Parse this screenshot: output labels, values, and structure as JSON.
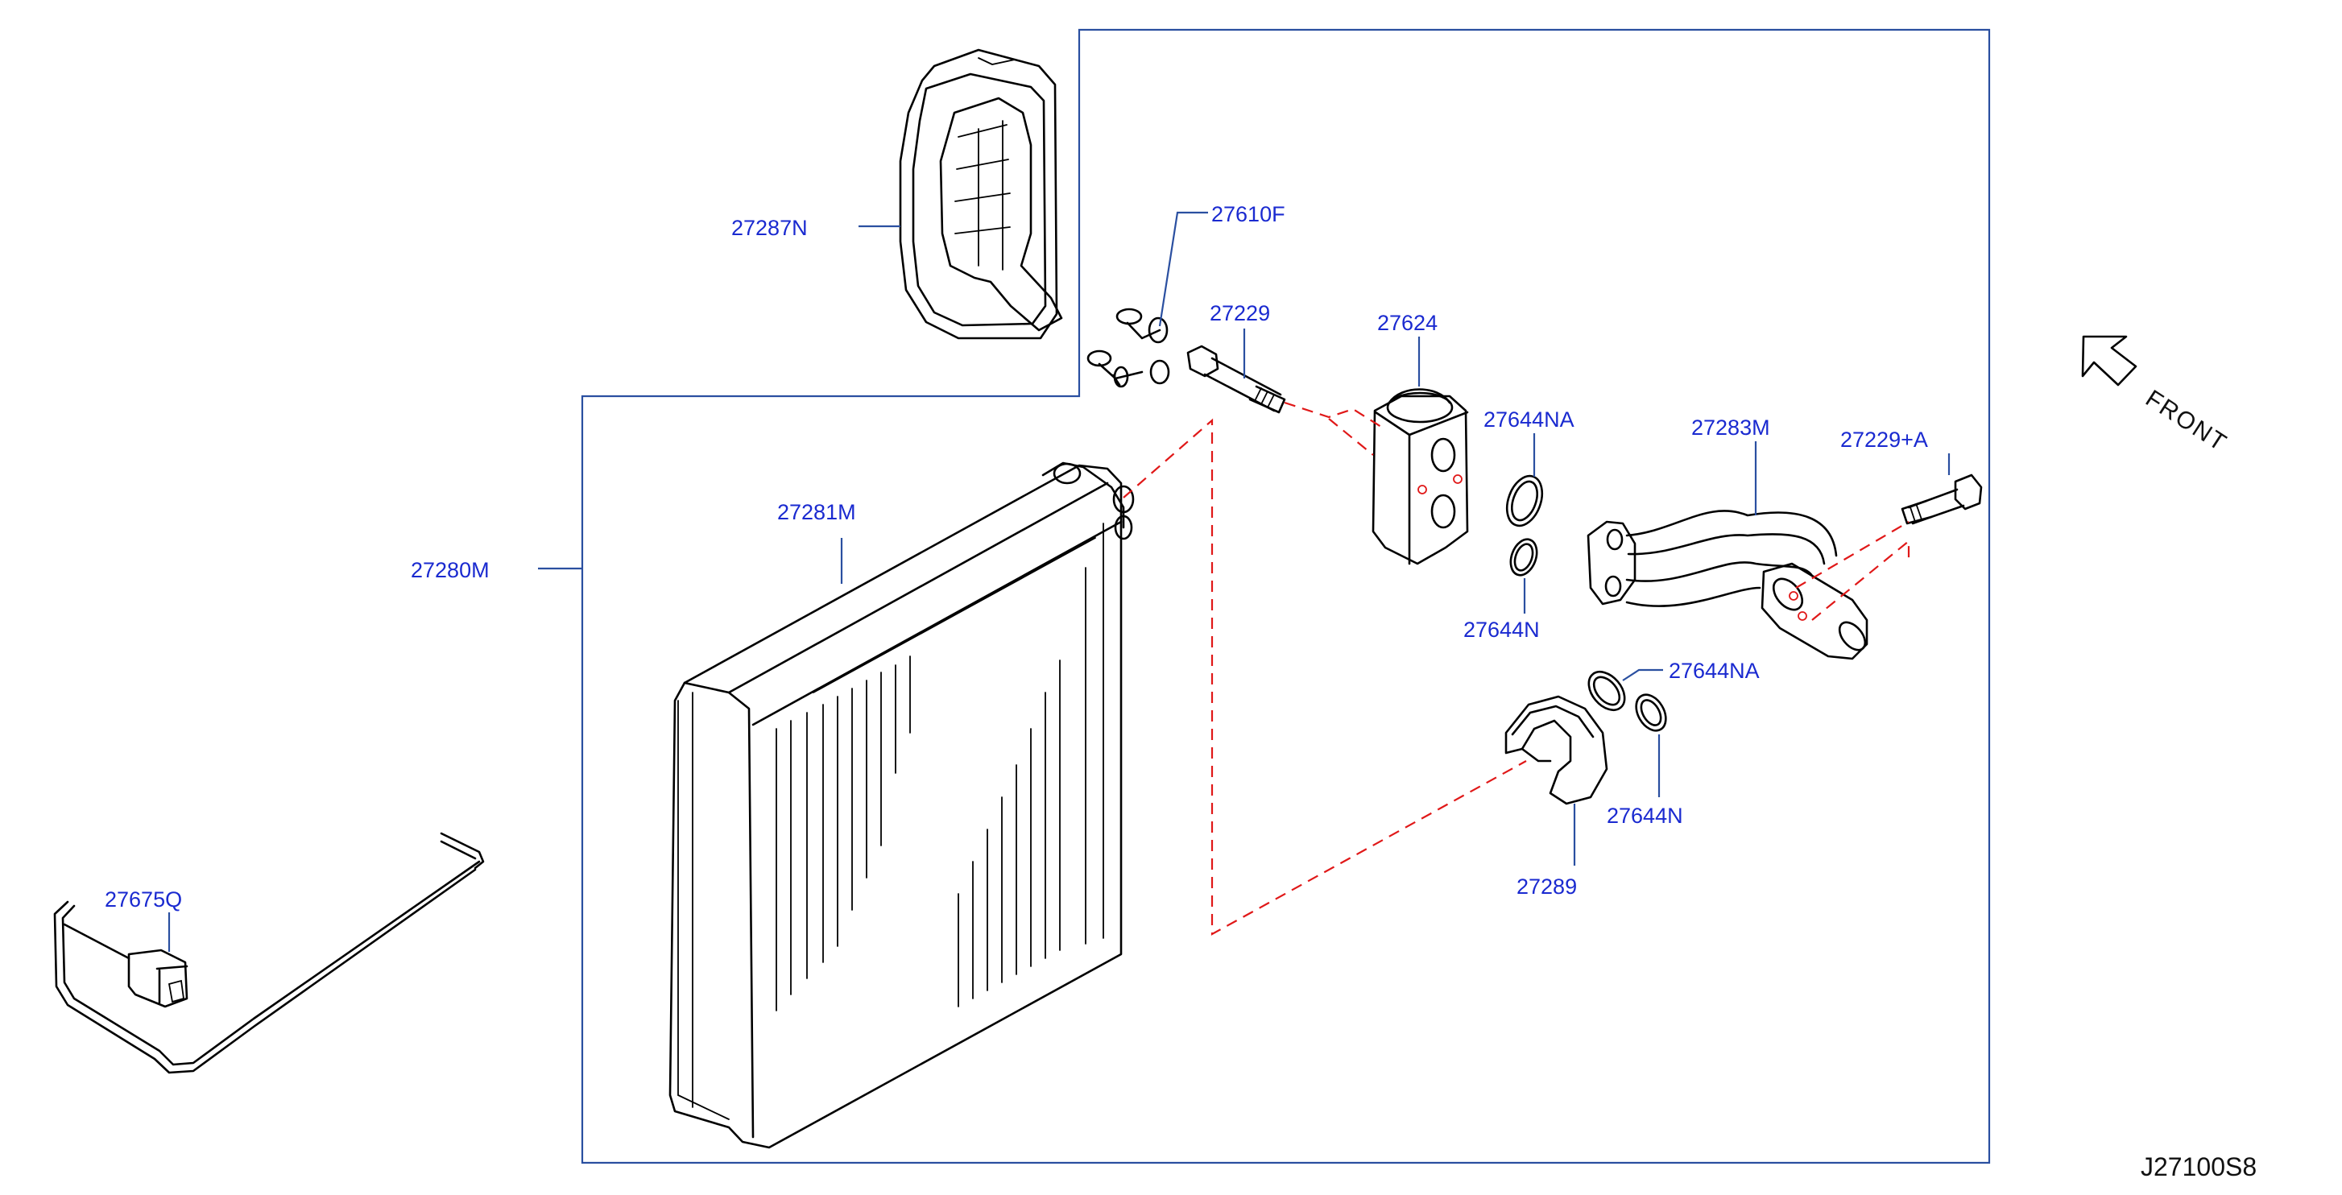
{
  "diagram": {
    "reference_code": "J27100S8",
    "front_label": "FRONT",
    "accent_colors": {
      "label": "#1a2ad0",
      "leader": "#2a4fa0",
      "assembly_line": "#e01818",
      "part_outline": "#000000"
    },
    "parts": {
      "p27287N": "27287N",
      "p27610F": "27610F",
      "p27229": "27229",
      "p27624": "27624",
      "p27644NA_top": "27644NA",
      "p27283M": "27283M",
      "p27229A": "27229+A",
      "p27281M": "27281M",
      "p27280M": "27280M",
      "p27644N_top": "27644N",
      "p27644NA_bottom": "27644NA",
      "p27644N_bottom": "27644N",
      "p27289": "27289",
      "p27675Q": "27675Q"
    }
  }
}
